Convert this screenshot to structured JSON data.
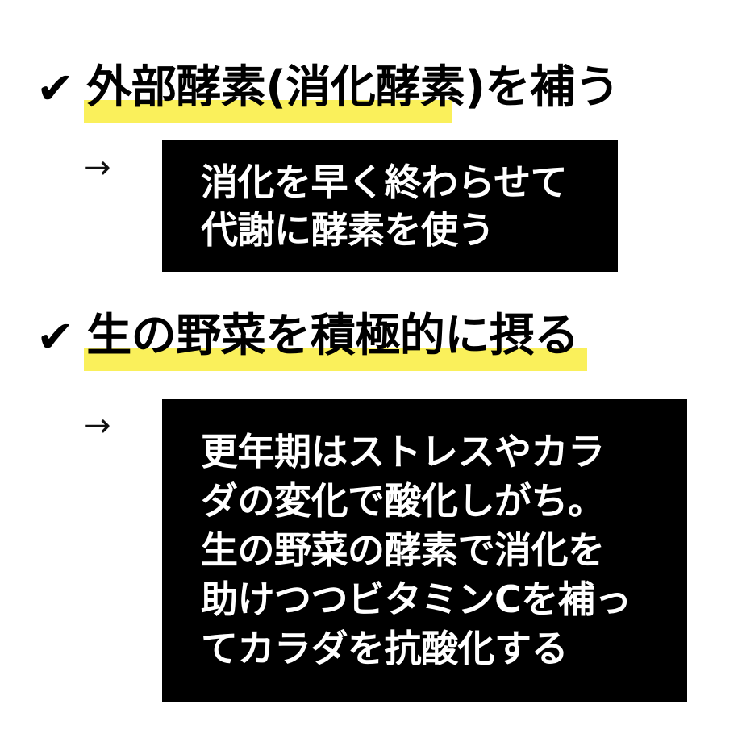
{
  "page": {
    "background_color": "#ffffff",
    "text_color": "#000000",
    "highlight_color": "#faf05b",
    "callout_background": "#000000",
    "callout_text_color": "#ffffff"
  },
  "sections": [
    {
      "check_icon": "✔",
      "heading": "外部酵素(消化酵素)を補う",
      "arrow_icon": "→",
      "callout_lines": [
        "消化を早く終わらせて",
        "代謝に酵素を使う"
      ]
    },
    {
      "check_icon": "✔",
      "heading": "生の野菜を積極的に摂る",
      "arrow_icon": "→",
      "callout_lines": [
        "更年期はストレスやカラ",
        "ダの変化で酸化しがち。",
        "生の野菜の酵素で消化を",
        "助けつつビタミンCを補っ",
        "てカラダを抗酸化する"
      ]
    }
  ]
}
